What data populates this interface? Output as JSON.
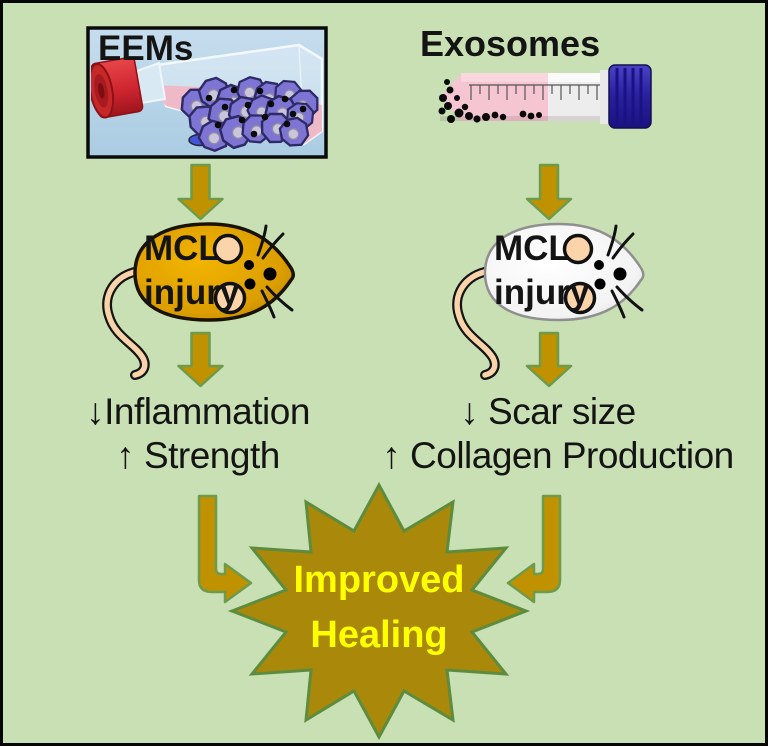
{
  "columns": {
    "left": {
      "source": "EEMs",
      "injury": {
        "line1": "MCL",
        "line2": "injury"
      },
      "outcome1": "↓Inflammation",
      "outcome2": "↑ Strength"
    },
    "right": {
      "source": "Exosomes",
      "injury": {
        "line1": "MCL",
        "line2": "injury"
      },
      "outcome1": "↓ Scar size",
      "outcome2": "↑ Collagen Production"
    }
  },
  "result": {
    "line1": "Improved",
    "line2": "Healing"
  },
  "icons": {
    "left_source": "cell-culture-flask-icon",
    "right_source": "conical-tube-icon",
    "left_subject": "gold-mouse-icon",
    "right_subject": "white-mouse-icon",
    "flow": "down-arrow-icon",
    "merge_left": "bent-arrow-right-icon",
    "merge_right": "bent-arrow-left-icon",
    "result_shape": "starburst-12-point"
  },
  "colors": {
    "background": "#c9e0b4",
    "frame_border": "#060606",
    "arrow_fill": "#c09200",
    "arrow_outline": "#6d9a4b",
    "star_fill": "#a9880a",
    "star_outline": "#5d8c3e",
    "star_text": "#ffff00",
    "flask_box_bg": "#bcd7e9",
    "flask_cap": "#cc2a30",
    "cell_purple": "#7e74d4",
    "tube_pink": "#f5c5d1",
    "tube_cap_navy": "#2a22a0",
    "mouse_left_body": "#dda000",
    "mouse_right_body": "#f7f7f7",
    "ears_tail_peach": "#f9d3a9",
    "label_text": "#141414"
  }
}
